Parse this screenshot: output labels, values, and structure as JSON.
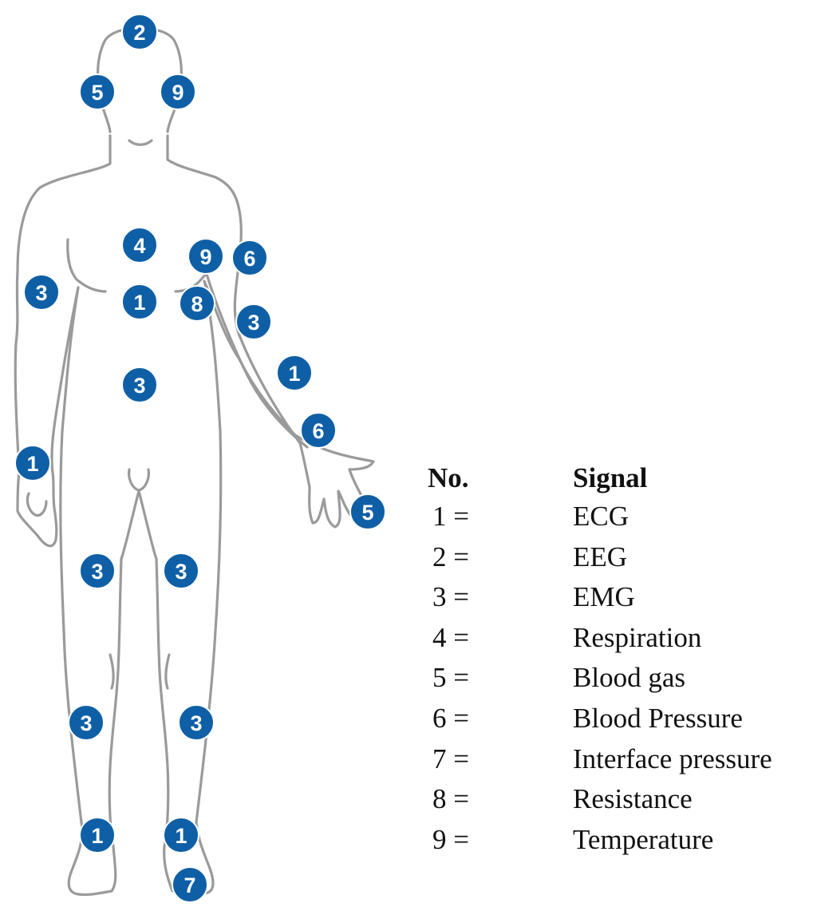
{
  "colors": {
    "marker_fill": "#0e5fa6",
    "outline": "#9a9a9a",
    "text": "#111111"
  },
  "figure": {
    "markers": [
      {
        "label": "2",
        "location": "head-top"
      },
      {
        "label": "5",
        "location": "head-right-side"
      },
      {
        "label": "9",
        "location": "head-left-side"
      },
      {
        "label": "4",
        "location": "upper-chest"
      },
      {
        "label": "9",
        "location": "left-armpit"
      },
      {
        "label": "6",
        "location": "left-upper-arm"
      },
      {
        "label": "3",
        "location": "right-upper-arm"
      },
      {
        "label": "1",
        "location": "chest"
      },
      {
        "label": "8",
        "location": "left-armpit-lower"
      },
      {
        "label": "3",
        "location": "left-forearm-upper"
      },
      {
        "label": "1",
        "location": "left-forearm"
      },
      {
        "label": "3",
        "location": "abdomen"
      },
      {
        "label": "6",
        "location": "left-wrist"
      },
      {
        "label": "1",
        "location": "right-wrist"
      },
      {
        "label": "5",
        "location": "left-fingertip"
      },
      {
        "label": "3",
        "location": "right-thigh"
      },
      {
        "label": "3",
        "location": "left-thigh"
      },
      {
        "label": "3",
        "location": "right-calf"
      },
      {
        "label": "3",
        "location": "left-calf"
      },
      {
        "label": "1",
        "location": "right-ankle"
      },
      {
        "label": "1",
        "location": "left-ankle"
      },
      {
        "label": "7",
        "location": "left-foot-sole"
      }
    ]
  },
  "legend": {
    "header": {
      "no": "No.",
      "signal": "Signal"
    },
    "rows": [
      {
        "no": "1 =",
        "signal": "ECG"
      },
      {
        "no": "2 =",
        "signal": "EEG"
      },
      {
        "no": "3 =",
        "signal": "EMG"
      },
      {
        "no": "4 =",
        "signal": "Respiration"
      },
      {
        "no": "5 =",
        "signal": "Blood gas"
      },
      {
        "no": "6 =",
        "signal": "Blood Pressure"
      },
      {
        "no": "7 =",
        "signal": "Interface pressure"
      },
      {
        "no": "8 =",
        "signal": "Resistance"
      },
      {
        "no": "9 =",
        "signal": "Temperature"
      }
    ]
  }
}
